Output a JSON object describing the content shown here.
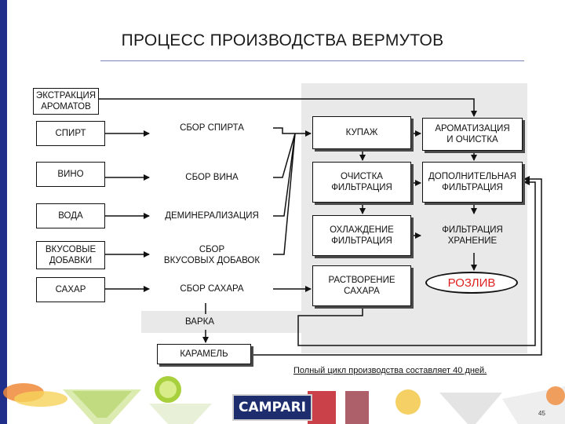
{
  "title": "ПРОЦЕСС ПРОИЗВОДСТВА ВЕРМУТОВ",
  "nodes": {
    "extraction": "ЭКСТРАКЦИЯ\nАРОМАТОВ",
    "spirit": "СПИРТ",
    "wine": "ВИНО",
    "water": "ВОДА",
    "flavor_additives": "ВКУСОВЫЕ\nДОБАВКИ",
    "sugar": "САХАР",
    "collect_spirit": "СБОР СПИРТА",
    "collect_wine": "СБОР ВИНА",
    "demineralization": "ДЕМИНЕРАЛИЗАЦИЯ",
    "collect_flavor": "СБОР\nВКУСОВЫХ ДОБАВОК",
    "collect_sugar": "СБОР САХАРА",
    "blending": "КУПАЖ",
    "cleaning_filtration": "ОЧИСТКА\nФИЛЬТРАЦИЯ",
    "cooling_filtration": "ОХЛАЖДЕНИЕ\nФИЛЬТРАЦИЯ",
    "sugar_dissolving": "РАСТВОРЕНИЕ\nСАХАРА",
    "aromatization": "АРОМАТИЗАЦИЯ\nИ ОЧИСТКА",
    "extra_filtration": "ДОПОЛНИТЕЛЬНАЯ\nФИЛЬТРАЦИЯ",
    "filtration_storage": "ФИЛЬТРАЦИЯ\nХРАНЕНИЕ",
    "bottling": "РОЗЛИВ",
    "boiling": "ВАРКА",
    "caramel": "КАРАМЕЛЬ"
  },
  "note": "Полный цикл производства составляет 40 дней.",
  "logo_text": "CAMPARI",
  "page_number": "45",
  "colors": {
    "accent_bar": "#1f2f8a",
    "panel": "#e9e9e9",
    "bottling_text": "#e02020"
  }
}
